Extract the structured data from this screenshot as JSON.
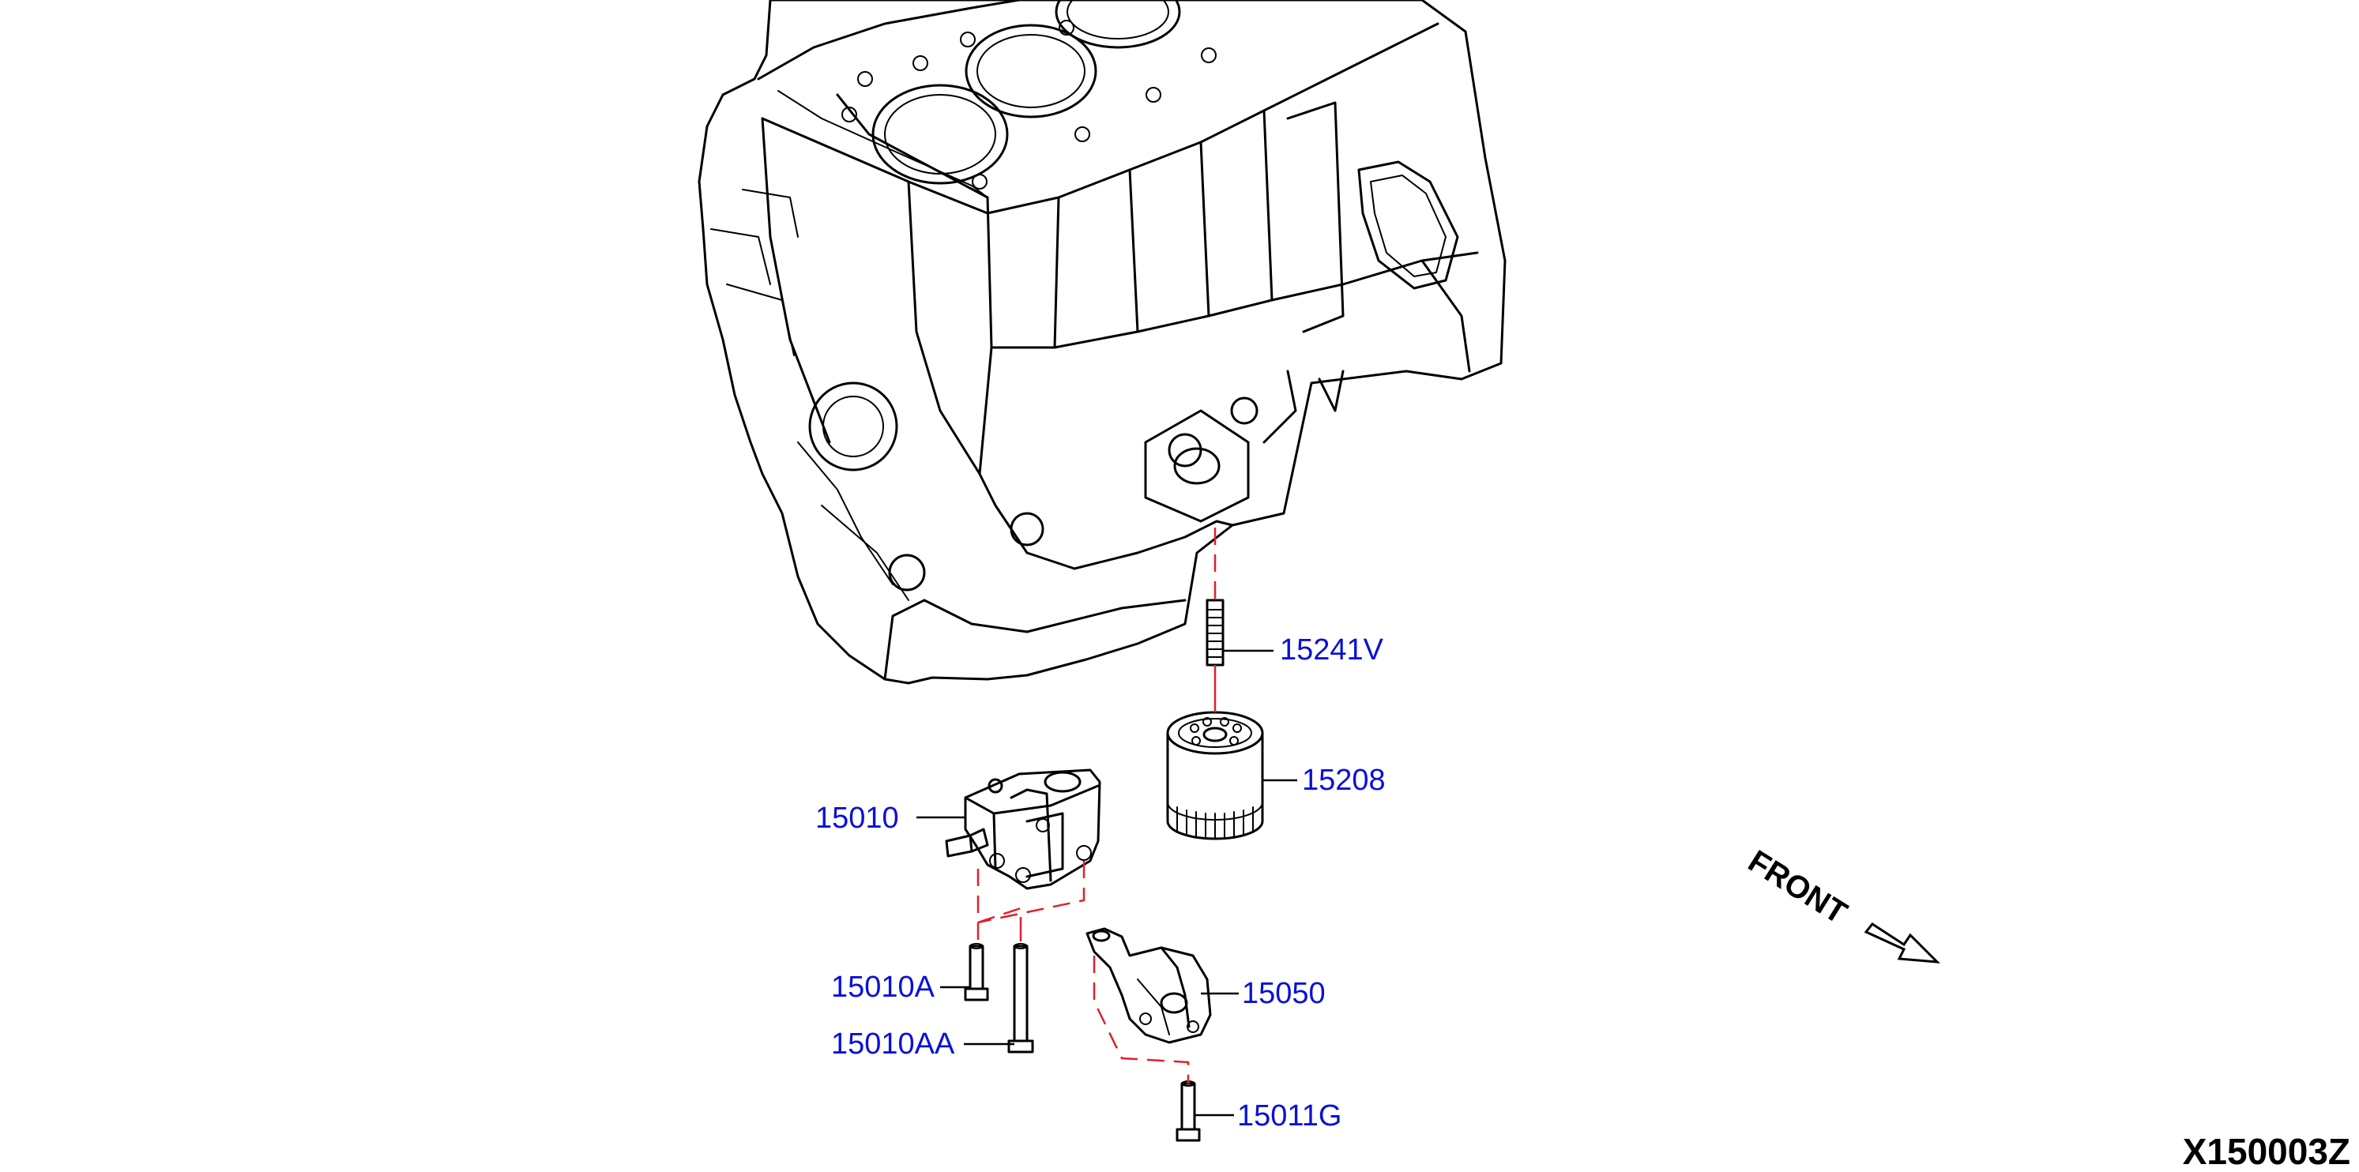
{
  "parts": [
    {
      "number": "15241V"
    },
    {
      "number": "15208"
    },
    {
      "number": "15010"
    },
    {
      "number": "15010A"
    },
    {
      "number": "15010AA"
    },
    {
      "number": "15050"
    },
    {
      "number": "15011G"
    }
  ],
  "direction_label": "FRONT",
  "diagram_code": "X150003Z",
  "colors": {
    "label": "#0a10d8",
    "dash_line": "#e0202a",
    "line_art": "#000000"
  }
}
